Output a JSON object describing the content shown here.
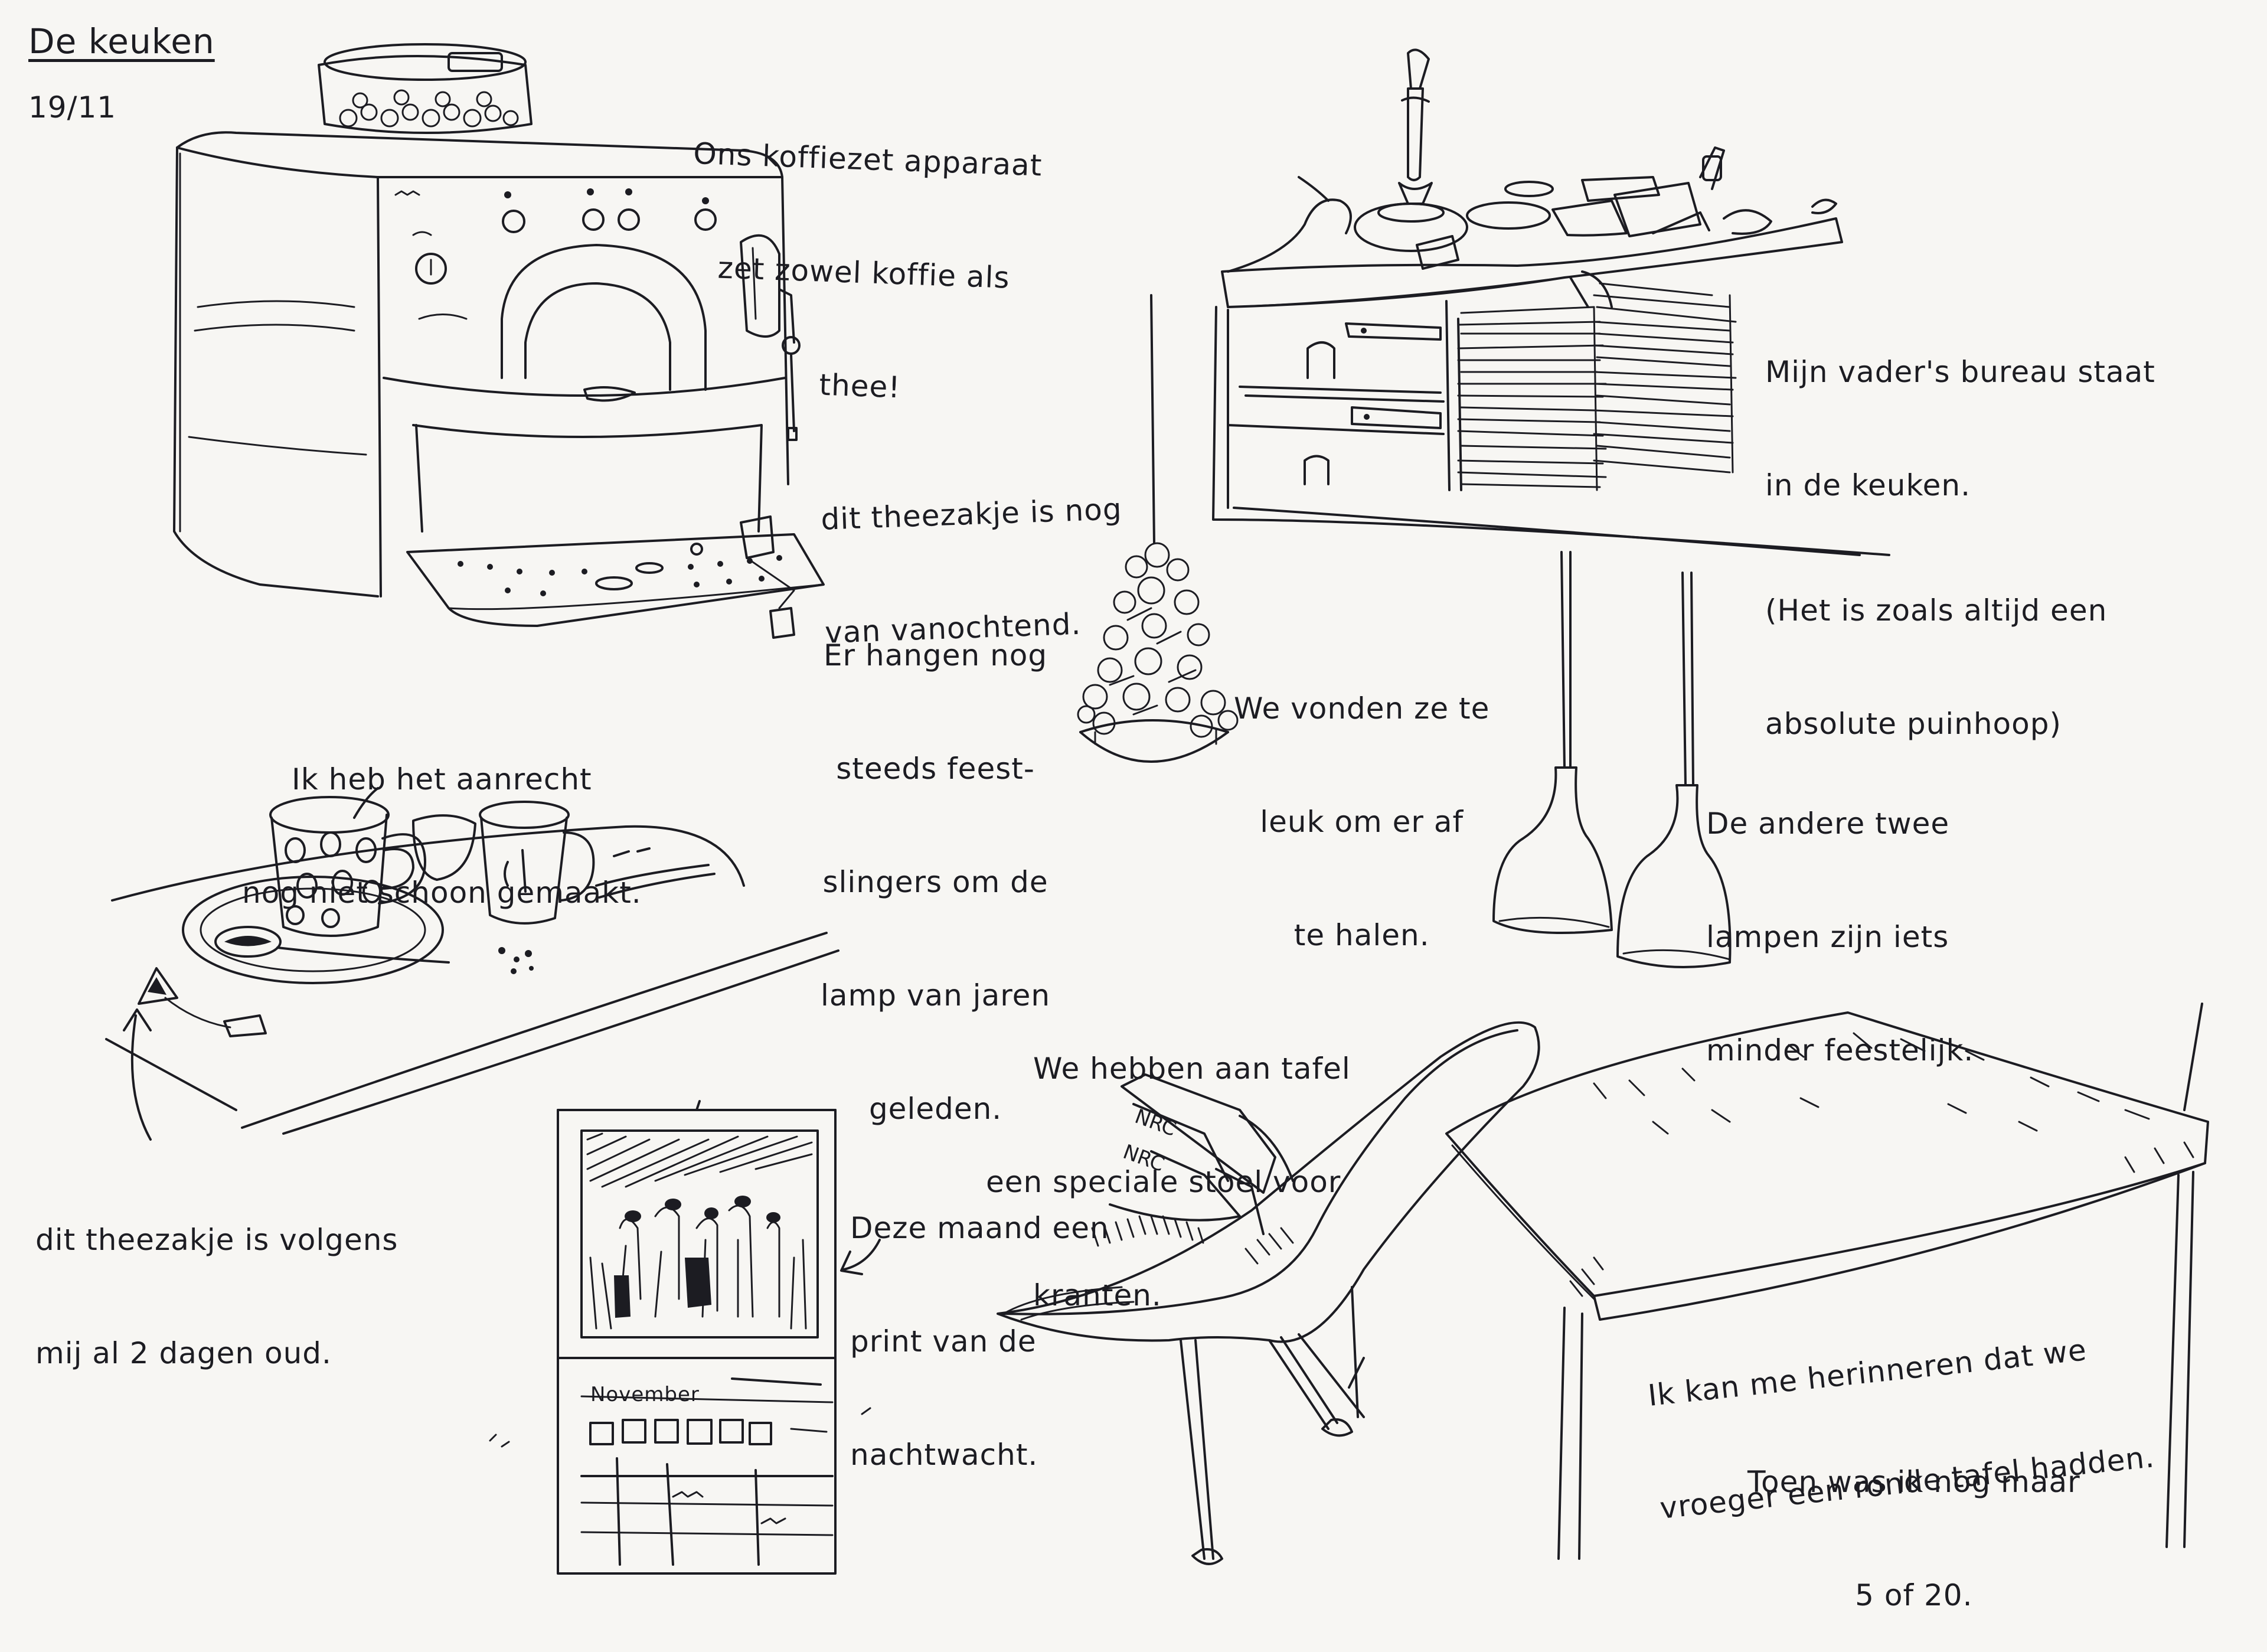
{
  "title": "De keuken",
  "date": "19/11",
  "notes": {
    "coffee_machine": [
      "Ons koffiezet apparaat",
      "zet zowel koffie als",
      "thee!"
    ],
    "teabag_morning": [
      "dit theezakje is nog",
      "van vanochtend."
    ],
    "garlands": [
      "Er hangen nog",
      "steeds feest-",
      "slingers om de",
      "lamp van jaren",
      "geleden."
    ],
    "too_cute": [
      "We vonden ze te",
      "leuk om er af",
      "te halen."
    ],
    "desk": [
      "Mijn vader's bureau staat",
      "in de keuken.",
      "(Het is zoals altijd een",
      "absolute puinhoop)"
    ],
    "other_lamps": [
      "De andere twee",
      "lampen zijn iets",
      "minder feestelijk."
    ],
    "counter": [
      "Ik heb het aanrecht",
      "nog niet schoon gemaakt."
    ],
    "teabag_old": [
      "dit theezakje is volgens",
      "mij al 2 dagen oud."
    ],
    "chair": [
      "We hebben aan tafel",
      "een speciale stoel voor",
      "kranten."
    ],
    "print": [
      "Deze maand een",
      "print van de",
      "nachtwacht."
    ],
    "round_table": [
      "Ik kan me herinneren dat we",
      "vroeger een ronde tafel hadden."
    ],
    "age": [
      "Toen was ik nog maar",
      "5 of 20."
    ]
  },
  "calendar": {
    "month": "November"
  },
  "newspaper": {
    "masthead": "NRC"
  }
}
